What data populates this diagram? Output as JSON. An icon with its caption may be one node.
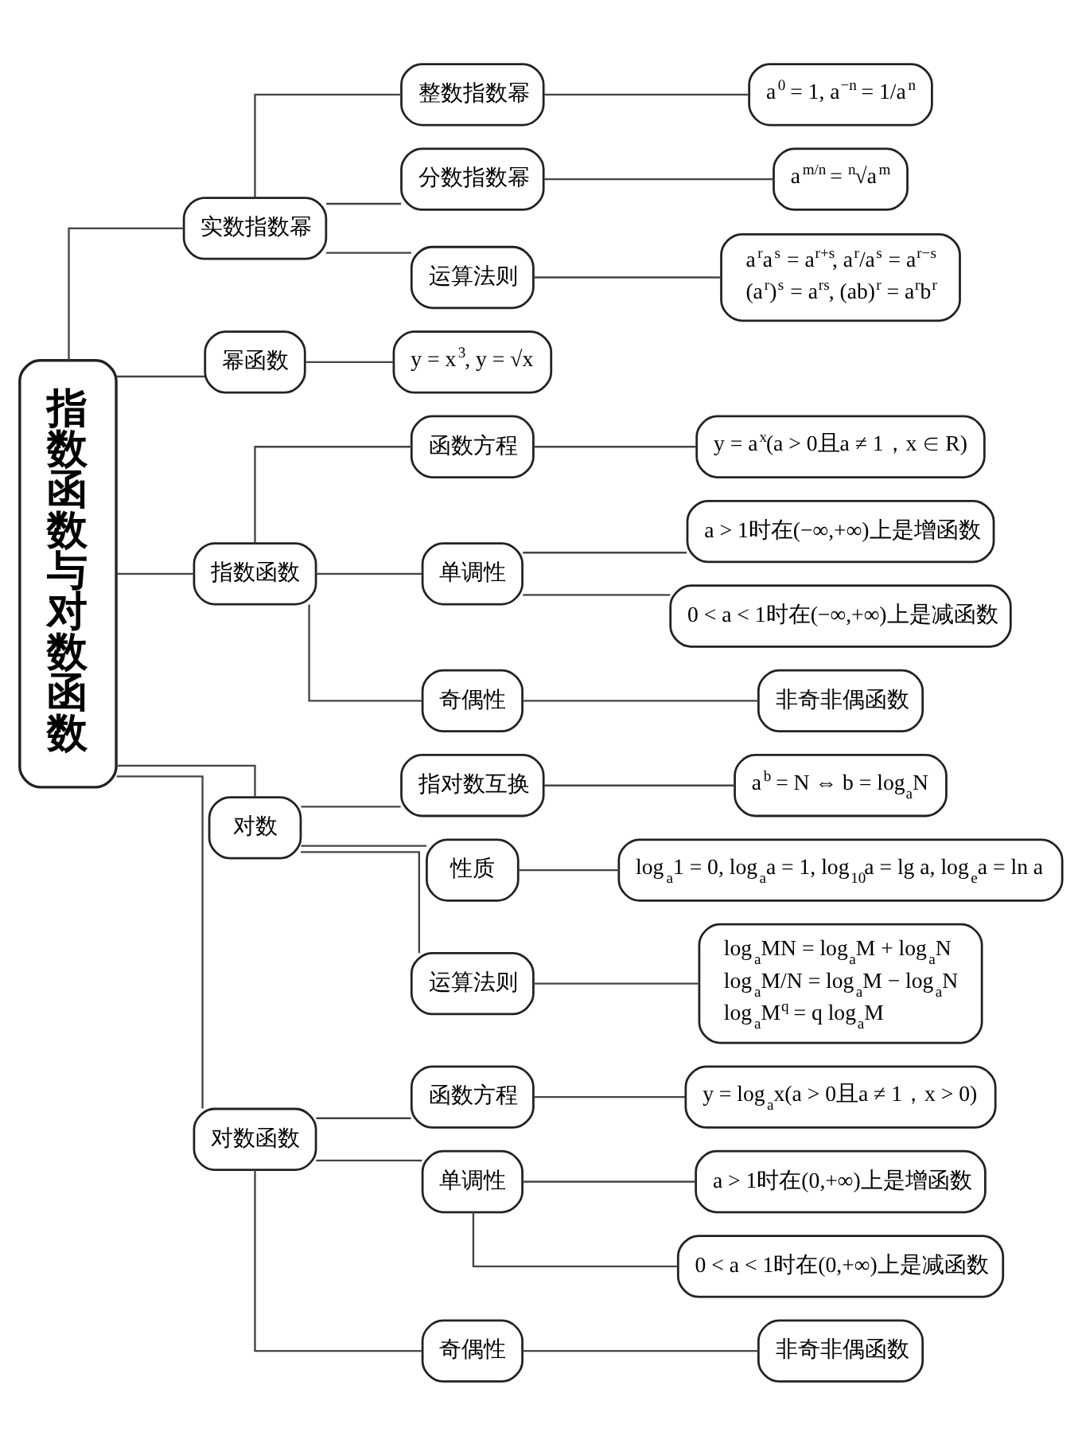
{
  "diagram": {
    "nodes": [
      {
        "text": [
          "指数函数与对数函数"
        ]
      },
      {
        "text": [
          "实数指数幂"
        ]
      },
      {
        "text": [
          "整数指数幂"
        ]
      },
      {
        "text": [
          "a$^{0}$ = 1, a$^{−n}$ = 1/a$^{n}$"
        ]
      },
      {
        "text": [
          "分数指数幂"
        ]
      },
      {
        "text": [
          "a$^{m/n}$ = $^{n}$√a$^{m}$"
        ]
      },
      {
        "text": [
          "运算法则"
        ]
      },
      {
        "text": [
          "a$^{r}$a$^{s}$ = a$^{r+s}$, a$^{r}$/a$^{s}$ = a$^{r−s}$",
          "(a$^{r}$)$^{s}$ = a$^{rs}$, (ab)$^{r}$ = a$^{r}$b$^{r}$"
        ]
      },
      {
        "text": [
          "幂函数"
        ]
      },
      {
        "text": [
          "y = x$^{3}$, y = √x"
        ]
      },
      {
        "text": [
          "指数函数"
        ]
      },
      {
        "text": [
          "函数方程"
        ]
      },
      {
        "text": [
          "y = a$^{x}$(a > 0且a ≠ 1，x ∈ R)"
        ]
      },
      {
        "text": [
          "单调性"
        ]
      },
      {
        "text": [
          "a > 1时在(−∞,+∞)上是增函数"
        ]
      },
      {
        "text": [
          "0 < a < 1时在(−∞,+∞)上是减函数"
        ]
      },
      {
        "text": [
          "奇偶性"
        ]
      },
      {
        "text": [
          "非奇非偶函数"
        ]
      },
      {
        "text": [
          "对数"
        ]
      },
      {
        "text": [
          "指对数互换"
        ]
      },
      {
        "text": [
          "a$^{b}$ = N ⇔ b = log$_{a}$N"
        ]
      },
      {
        "text": [
          "性质"
        ]
      },
      {
        "text": [
          "log$_{a}$1 = 0, log$_{a}$a = 1, log$_{10}$a = lg a, log$_{e}$a = ln a"
        ]
      },
      {
        "text": [
          "运算法则"
        ]
      },
      {
        "text": [
          "log$_{a}$MN = log$_{a}$M + log$_{a}$N",
          "log$_{a}$M/N = log$_{a}$M − log$_{a}$N",
          "log$_{a}$M$^{q}$ = q log$_{a}$M"
        ]
      },
      {
        "text": [
          "对数函数"
        ]
      },
      {
        "text": [
          "函数方程"
        ]
      },
      {
        "text": [
          "y = log$_{a}$x(a > 0且a ≠ 1，x > 0)"
        ]
      },
      {
        "text": [
          "单调性"
        ]
      },
      {
        "text": [
          "a > 1时在(0,+∞)上是增函数"
        ]
      },
      {
        "text": [
          "0 < a < 1时在(0,+∞)上是减函数"
        ]
      },
      {
        "text": [
          "奇偶性"
        ]
      },
      {
        "text": [
          "非奇非偶函数"
        ]
      }
    ],
    "edges": [
      {
        "from": 0,
        "to": 1,
        "arrow": "none"
      },
      {
        "from": 1,
        "to": 2,
        "arrow": "none"
      },
      {
        "from": 2,
        "to": 3,
        "arrow": "none"
      },
      {
        "from": 1,
        "to": 4,
        "arrow": "none"
      },
      {
        "from": 4,
        "to": 5,
        "arrow": "none"
      },
      {
        "from": 1,
        "to": 6,
        "arrow": "none"
      },
      {
        "from": 6,
        "to": 7,
        "arrow": "none"
      },
      {
        "from": 0,
        "to": 8,
        "arrow": "none"
      },
      {
        "from": 8,
        "to": 9,
        "arrow": "none"
      },
      {
        "from": 0,
        "to": 10,
        "arrow": "none"
      },
      {
        "from": 10,
        "to": 11,
        "arrow": "none"
      },
      {
        "from": 11,
        "to": 12,
        "arrow": "none"
      },
      {
        "from": 10,
        "to": 13,
        "arrow": "none"
      },
      {
        "from": 13,
        "to": 14,
        "arrow": "none"
      },
      {
        "from": 13,
        "to": 15,
        "arrow": "none"
      },
      {
        "from": 10,
        "to": 16,
        "arrow": "none"
      },
      {
        "from": 16,
        "to": 17,
        "arrow": "none"
      },
      {
        "from": 0,
        "to": 18,
        "arrow": "none"
      },
      {
        "from": 18,
        "to": 19,
        "arrow": "none"
      },
      {
        "from": 19,
        "to": 20,
        "arrow": "none"
      },
      {
        "from": 18,
        "to": 21,
        "arrow": "none"
      },
      {
        "from": 21,
        "to": 22,
        "arrow": "none"
      },
      {
        "from": 18,
        "to": 23,
        "arrow": "none"
      },
      {
        "from": 23,
        "to": 24,
        "arrow": "none"
      },
      {
        "from": 0,
        "to": 25,
        "arrow": "none"
      },
      {
        "from": 25,
        "to": 26,
        "arrow": "none"
      },
      {
        "from": 26,
        "to": 27,
        "arrow": "none"
      },
      {
        "from": 25,
        "to": 28,
        "arrow": "none"
      },
      {
        "from": 28,
        "to": 29,
        "arrow": "none"
      },
      {
        "from": 28,
        "to": 30,
        "arrow": "none"
      },
      {
        "from": 25,
        "to": 31,
        "arrow": "none"
      },
      {
        "from": 31,
        "to": 32,
        "arrow": "none"
      }
    ]
  }
}
